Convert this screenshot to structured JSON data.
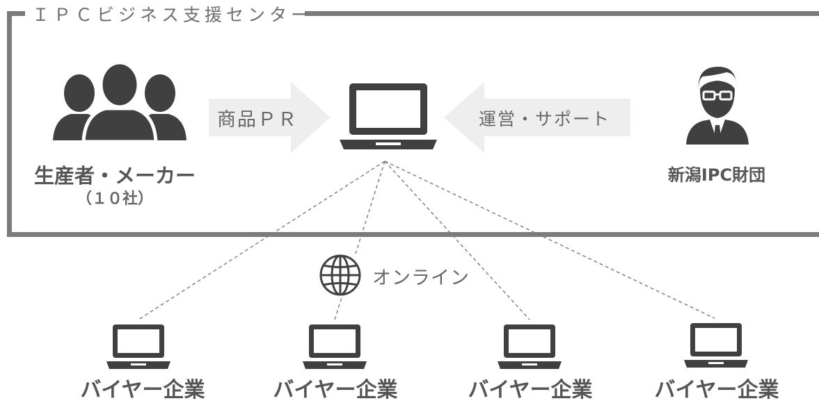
{
  "frame": {
    "title": "ＩＰＣビジネス支援センター"
  },
  "producer": {
    "name": "生産者・メーカー",
    "count": "（１０社）",
    "icon": "group-icon"
  },
  "foundation": {
    "name": "新潟IPC財団",
    "icon": "businessman-icon"
  },
  "arrows": {
    "left_label": "商品ＰＲ",
    "right_label": "運営・サポート"
  },
  "center": {
    "icon": "laptop-icon"
  },
  "network": {
    "label": "オンライン",
    "icon": "globe-icon"
  },
  "buyers": [
    {
      "label": "バイヤー企業"
    },
    {
      "label": "バイヤー企業"
    },
    {
      "label": "バイヤー企業"
    },
    {
      "label": "バイヤー企業"
    }
  ],
  "colors": {
    "frame": "#7b7b7b",
    "arrow": "#eeeeee",
    "icon": "#404040",
    "text": "#555555"
  }
}
